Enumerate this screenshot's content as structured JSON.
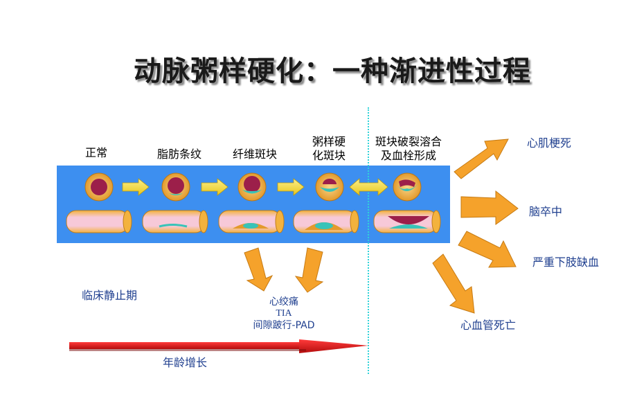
{
  "title": "动脉粥样硬化：一种渐进性过程",
  "stages": [
    {
      "label": "正常"
    },
    {
      "label": "脂肪条纹"
    },
    {
      "label": "纤维斑块"
    },
    {
      "label_line1": "粥样硬",
      "label_line2": "化斑块"
    },
    {
      "label_line1": "斑块破裂溶合",
      "label_line2": "及血栓形成"
    }
  ],
  "outcomes": {
    "mi": "心肌梗死",
    "stroke": "脑卒中",
    "limb": "严重下肢缺血",
    "death": "心血管死亡"
  },
  "symptoms": {
    "line1": "心绞痛",
    "line2": "TIA",
    "line3": "间隙跛行-PAD"
  },
  "clinical_silent": "临床静止期",
  "age_label": "年龄增长",
  "colors": {
    "band": "#3d8ff0",
    "arrow_orange": "#f5a22b",
    "arrow_yellow": "#f7e23a",
    "age_arrow": "#e31b1b",
    "dotted": "#2fd3d9",
    "outcome_text": "#1f3f8f"
  }
}
